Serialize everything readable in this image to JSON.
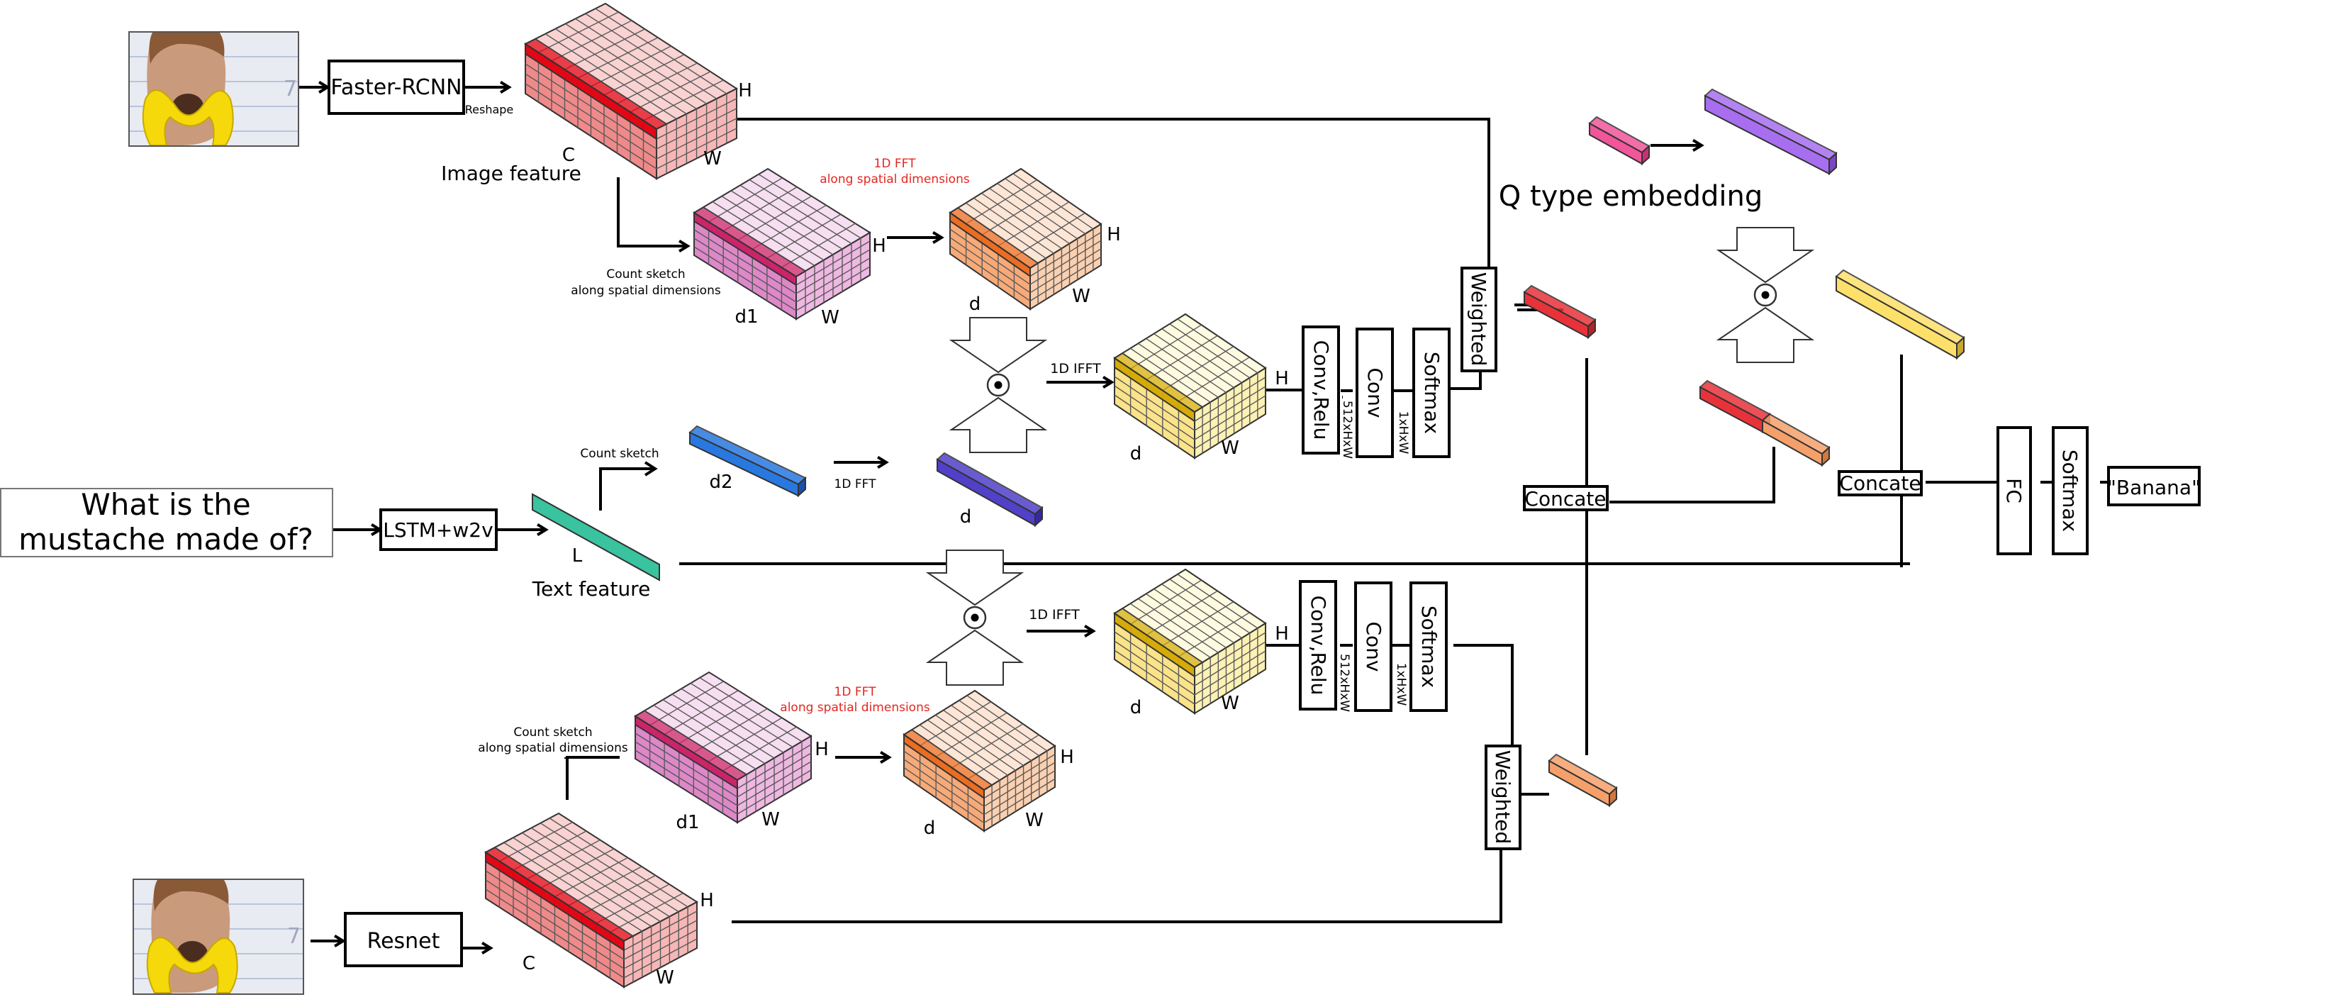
{
  "colors": {
    "pink_red": [
      "#f9d2d2",
      "#f7b7b7",
      "#f08a8a",
      "#e3000f"
    ],
    "magenta": [
      "#f6dff0",
      "#eeb8e2",
      "#dd88c8",
      "#cc1f66"
    ],
    "peach": [
      "#fde6d6",
      "#fbd0b0",
      "#f7aa78",
      "#ec6a1c"
    ],
    "yellow": [
      "#fffbe0",
      "#fdf1b4",
      "#fbe38a",
      "#d4a900"
    ],
    "teal": "#3ac39f",
    "blue": "#2878e0",
    "indigo": "#5140c8",
    "red_vec": "#e8323a",
    "orange_vec": "#f5a06a",
    "pink_vec": "#f1559a",
    "purple_vec": "#a86ef0",
    "yellow_vec": "#fde06a"
  },
  "icons": [
    "face-photo-top",
    "face-photo-bottom",
    "elementwise-product-icon-top",
    "elementwise-product-icon-mid",
    "elementwise-product-icon-right",
    "arrow-icon"
  ],
  "question": {
    "line1": "What is the",
    "line2": "mustache made of?"
  },
  "modules": {
    "faster_rcnn": "Faster-RCNN",
    "resnet": "Resnet",
    "lstm": "LSTM+w2v",
    "conv_relu": "Conv,Relu",
    "conv": "Conv",
    "softmax": "Softmax",
    "weighted": "Weighted",
    "concate": "Concate",
    "fc": "FC",
    "answer": "\"Banana\""
  },
  "labels": {
    "reshape": "Reshape",
    "image_feature": "Image feature",
    "text_feature": "Text feature",
    "q_type_embedding": "Q type embedding",
    "count_sketch_spatial_1": "Count sketch",
    "count_sketch_spatial_2": "along spatial dimensions",
    "count_sketch": "Count sketch",
    "fft_1d": "1D FFT",
    "fft_spatial_1": "1D FFT",
    "fft_spatial_2": "along spatial dimensions",
    "ifft_1d": "1D IFFT",
    "size_512": "512xHxW",
    "size_1": "1xHxW",
    "C": "C",
    "H": "H",
    "W": "W",
    "d": "d",
    "d1": "d1",
    "d2": "d2",
    "L": "L"
  }
}
